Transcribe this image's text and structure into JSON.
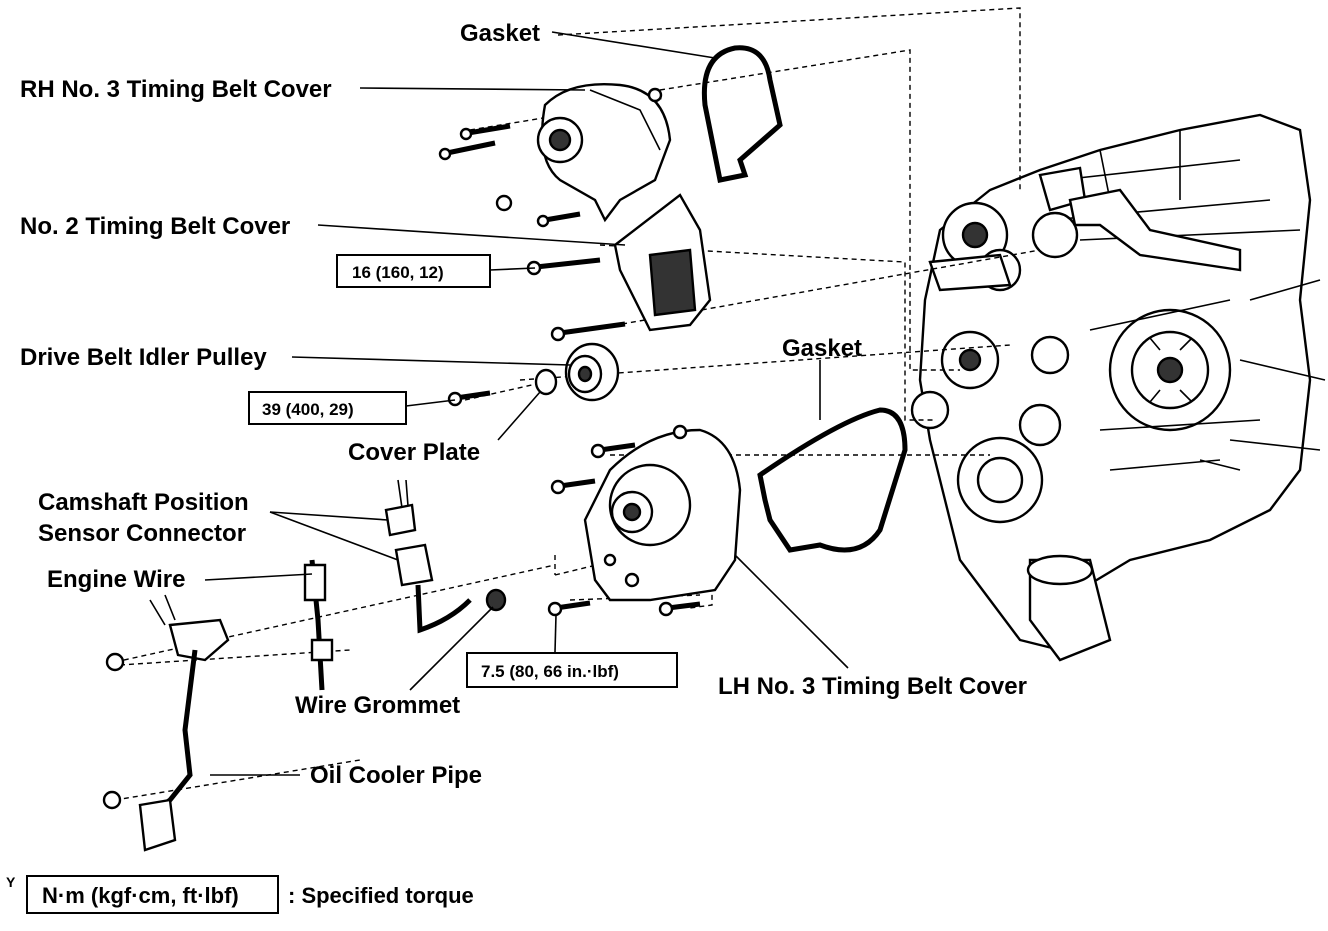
{
  "labels": {
    "gasket_top": "Gasket",
    "rh_cover": "RH No. 3 Timing Belt Cover",
    "no2_cover": "No. 2 Timing Belt Cover",
    "idler": "Drive Belt Idler Pulley",
    "cover_plate": "Cover Plate",
    "cam_line1": "Camshaft Position",
    "cam_line2": "Sensor Connector",
    "engine_wire": "Engine Wire",
    "wire_grommet": "Wire Grommet",
    "oil_pipe": "Oil Cooler Pipe",
    "gasket_mid": "Gasket",
    "lh_cover": "LH No. 3 Timing Belt Cover"
  },
  "torques": {
    "t1": "16 (160, 12)",
    "t2": "39 (400, 29)",
    "t3": "7.5 (80, 66 in.·lbf)"
  },
  "legend": {
    "box": "N·m (kgf·cm, ft·lbf)",
    "text": ": Specified torque",
    "corner_mark": "Y"
  }
}
